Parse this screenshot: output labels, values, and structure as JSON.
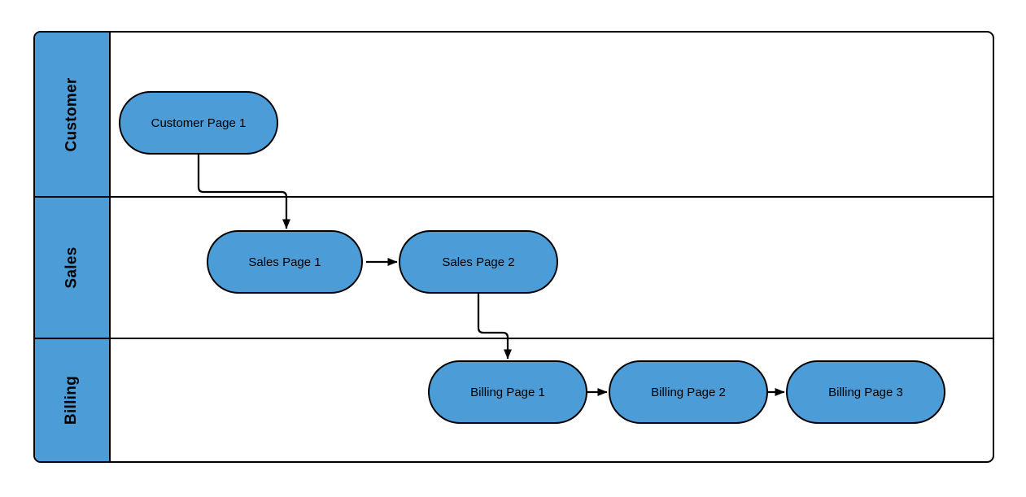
{
  "diagram": {
    "type": "swimlane-flowchart",
    "lanes": [
      {
        "label": "Customer"
      },
      {
        "label": "Sales"
      },
      {
        "label": "Billing"
      }
    ],
    "nodes": [
      {
        "id": "customer-page-1",
        "label": "Customer Page 1",
        "lane": "Customer",
        "shape": "terminator"
      },
      {
        "id": "sales-page-1",
        "label": "Sales Page 1",
        "lane": "Sales",
        "shape": "terminator"
      },
      {
        "id": "sales-page-2",
        "label": "Sales Page 2",
        "lane": "Sales",
        "shape": "terminator"
      },
      {
        "id": "billing-page-1",
        "label": "Billing Page 1",
        "lane": "Billing",
        "shape": "terminator"
      },
      {
        "id": "billing-page-2",
        "label": "Billing Page 2",
        "lane": "Billing",
        "shape": "terminator"
      },
      {
        "id": "billing-page-3",
        "label": "Billing Page 3",
        "lane": "Billing",
        "shape": "terminator"
      }
    ],
    "edges": [
      {
        "from": "customer-page-1",
        "to": "sales-page-1",
        "style": "elbow-arrow"
      },
      {
        "from": "sales-page-1",
        "to": "sales-page-2",
        "style": "straight-arrow"
      },
      {
        "from": "sales-page-2",
        "to": "billing-page-1",
        "style": "elbow-arrow"
      },
      {
        "from": "billing-page-1",
        "to": "billing-page-2",
        "style": "straight-arrow"
      },
      {
        "from": "billing-page-2",
        "to": "billing-page-3",
        "style": "straight-arrow"
      }
    ],
    "colors": {
      "shape_fill": "#4C9CD7",
      "stroke": "#000000",
      "text": "#000000",
      "background": "#FFFFFF"
    }
  }
}
